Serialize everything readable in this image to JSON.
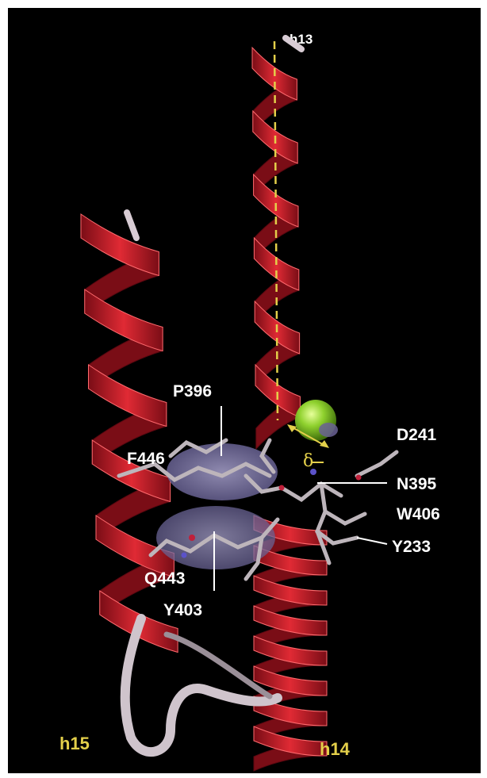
{
  "figure": {
    "colors": {
      "background": "#000000",
      "frame": "#ffffff",
      "helix": "#c01826",
      "helix_dark": "#7a0d16",
      "helix_light": "#ff5a5e",
      "loop": "#d0c4cc",
      "stick": "#b7b0b6",
      "surface": "#8c87b5",
      "ion": "#8fd12e",
      "axis_line": "#e3cf4a",
      "label": "#ffffff",
      "helix_label": "#e3cf4a"
    },
    "helix_labels": {
      "h13": "h13",
      "h14": "h14",
      "h15": "h15"
    },
    "residue_labels": {
      "p396": "P396",
      "f446": "F446",
      "d241": "D241",
      "n395": "N395",
      "w406": "W406",
      "y233": "Y233",
      "q443": "Q443",
      "y403": "Y403"
    },
    "distance_label": "δ"
  }
}
